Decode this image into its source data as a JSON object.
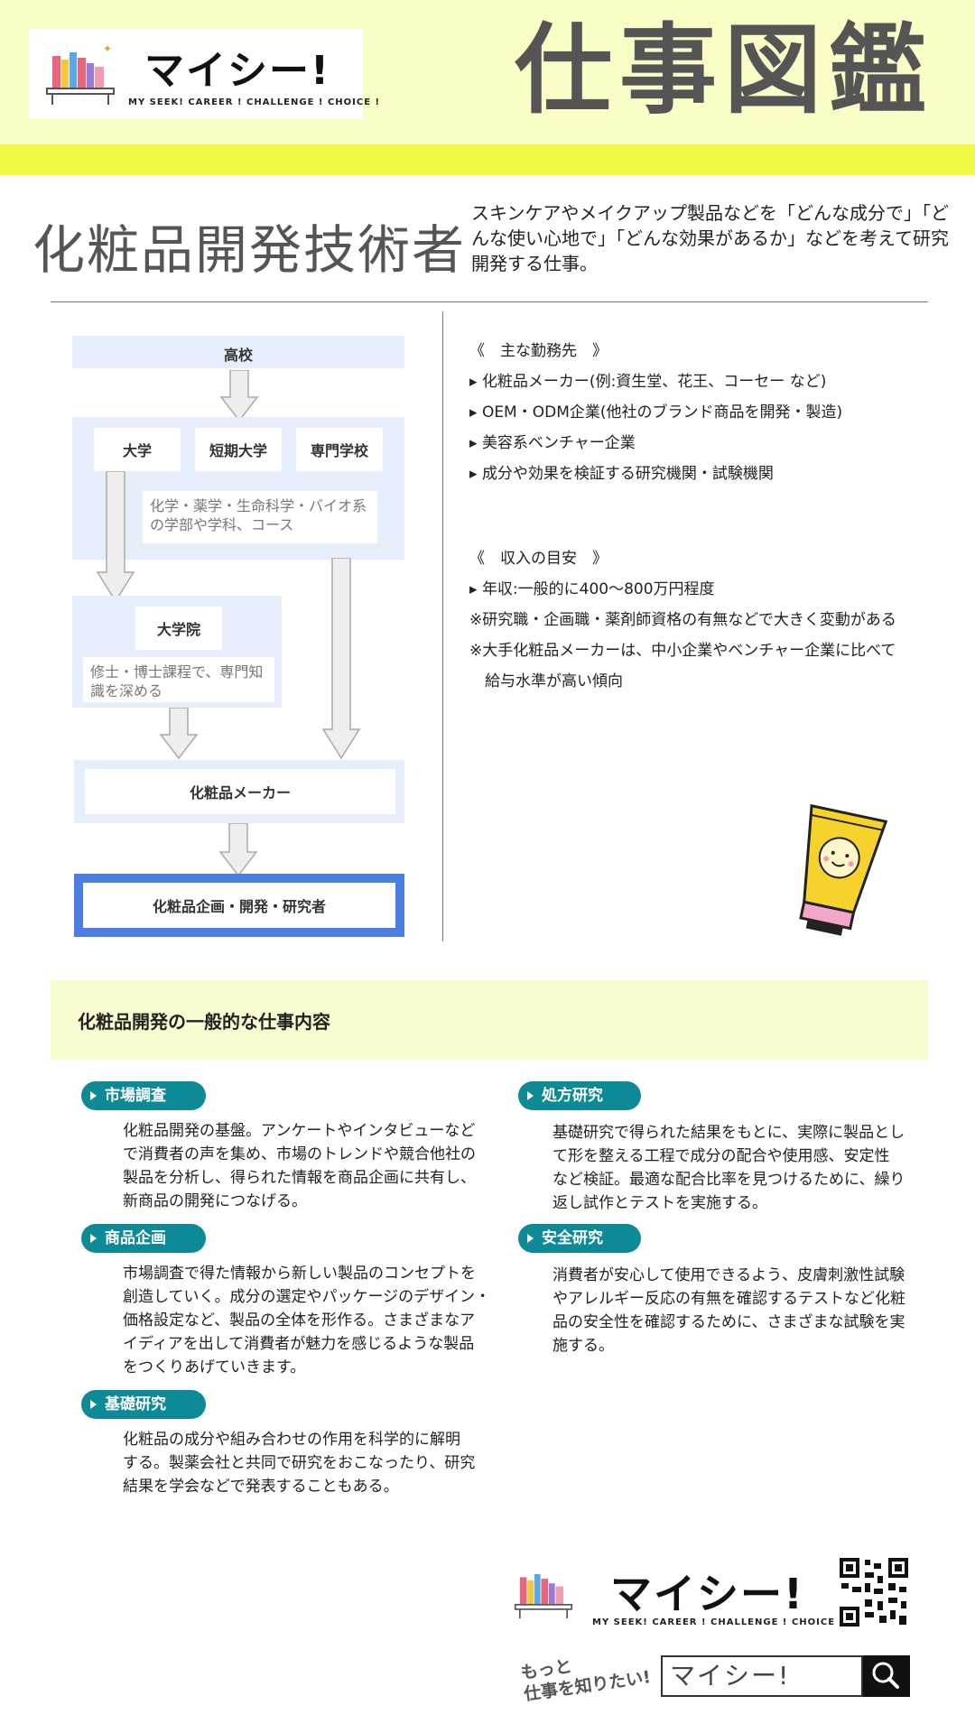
{
  "header": {
    "logo_text": "マイシー!",
    "logo_sub": "MY SEEK! CAREER ! CHALLENGE ! CHOICE !",
    "zukan_title": "仕事図鑑",
    "colors": {
      "band": "#fbfdc6",
      "stripe": "#eefa43"
    }
  },
  "job": {
    "title": "化粧品開発技術者",
    "description": "スキンケアやメイクアップ製品などを「どんな成分で」「どんな使い心地で」「どんな効果があるか」などを考えて研究開発する仕事。"
  },
  "flow": {
    "high_school": "高校",
    "university": "大学",
    "junior_college": "短期大学",
    "vocational": "専門学校",
    "undergrad_note": "化学・薬学・生命科学・バイオ系の学部や学科、コース",
    "graduate": "大学院",
    "graduate_note": "修士・博士課程で、専門知識を深める",
    "maker": "化粧品メーカー",
    "final": "化粧品企画・開発・研究者",
    "colors": {
      "band": "#e6eefb",
      "final_border": "#4a7fe0"
    }
  },
  "workplaces": {
    "heading": "《　主な勤務先　》",
    "items": [
      "化粧品メーカー(例:資生堂、花王、コーセー など)",
      "OEM・ODM企業(他社のブランド商品を開発・製造)",
      "美容系ベンチャー企業",
      "成分や効果を検証する研究機関・試験機関"
    ]
  },
  "income": {
    "heading": "《　収入の目安　》",
    "item": "年収:一般的に400〜800万円程度",
    "notes": [
      "※研究職・企画職・薬剤師資格の有無などで大きく変動がある",
      "※大手化粧品メーカーは、中小企業やベンチャー企業に比べて",
      "　給与水準が高い傾向"
    ]
  },
  "section": {
    "title": "化粧品開発の一般的な仕事内容",
    "accent": "#0e8a96",
    "items": [
      {
        "label": "市場調査",
        "lines": [
          "化粧品開発の基盤。アンケートやインタビューなど",
          "で消費者の声を集め、市場のトレンドや競合他社の",
          "製品を分析し、得られた情報を商品企画に共有し、",
          "新商品の開発につなげる。"
        ]
      },
      {
        "label": "商品企画",
        "lines": [
          "市場調査で得た情報から新しい製品のコンセプトを",
          "創造していく。成分の選定やパッケージのデザイン・",
          "価格設定など、製品の全体を形作る。さまざまなア",
          "イディアを出して消費者が魅力を感じるような製品",
          "をつくりあげていきます。"
        ]
      },
      {
        "label": "基礎研究",
        "lines": [
          "化粧品の成分や組み合わせの作用を科学的に解明",
          "する。製薬会社と共同で研究をおこなったり、研究",
          "結果を学会などで発表することもある。"
        ]
      },
      {
        "label": "処方研究",
        "lines": [
          "基礎研究で得られた結果をもとに、実際に製品とし",
          "て形を整える工程で成分の配合や使用感、安定性",
          "など検証。最適な配合比率を見つけるために、繰り",
          "返し試作とテストを実施する。"
        ]
      },
      {
        "label": "安全研究",
        "lines": [
          "消費者が安心して使用できるよう、皮膚刺激性試験",
          "やアレルギー反応の有無を確認するテストなど化粧",
          "品の安全性を確認するために、さまざまな試験を実",
          "施する。"
        ]
      }
    ]
  },
  "footer": {
    "logo_text": "マイシー!",
    "logo_sub": "MY SEEK! CAREER ! CHALLENGE ! CHOICE !",
    "tag_line1": "もっと",
    "tag_line2": "仕事を知りたい!",
    "search_value": "マイシー!"
  }
}
